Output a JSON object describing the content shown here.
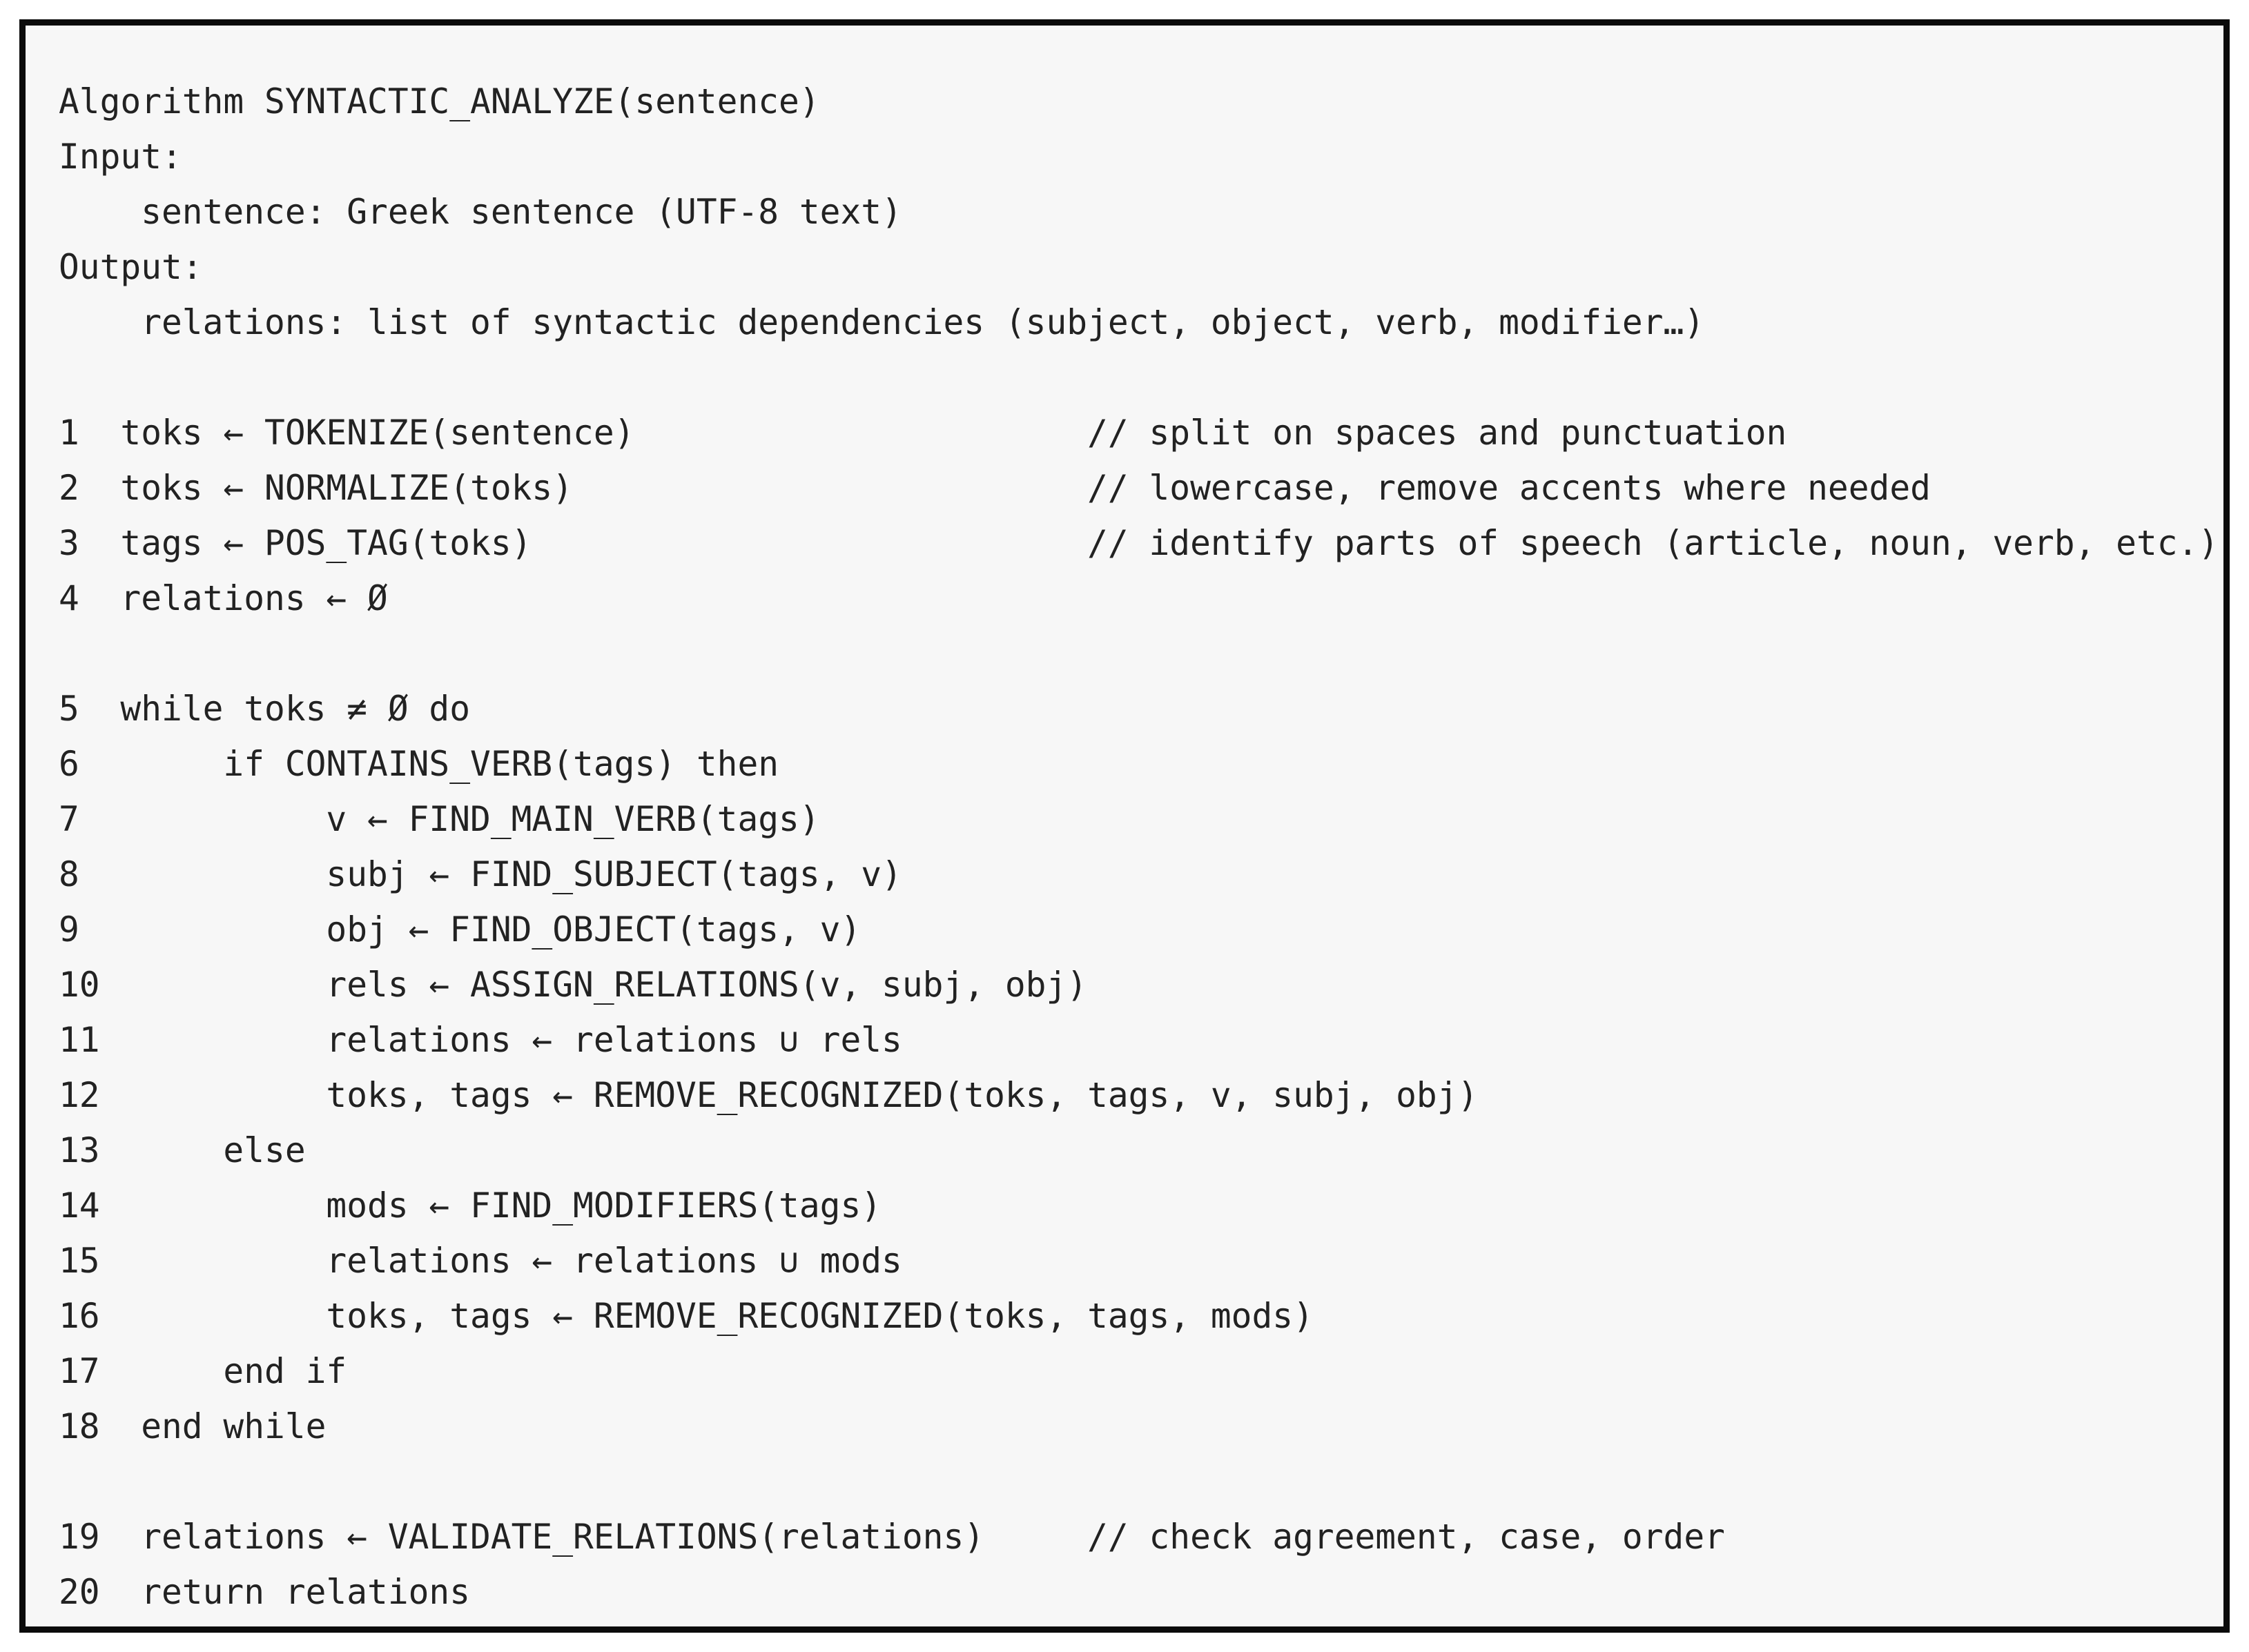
{
  "window": {
    "background_outside": "#ffffff",
    "box_background": "#f7f7f7",
    "border_color": "#0b0b0b",
    "text_color": "#222222"
  },
  "pseudocode": {
    "comment_column_default": 51,
    "rows": [
      {
        "num": "",
        "col": 1,
        "text": "Algorithm SYNTACTIC_ANALYZE(sentence)"
      },
      {
        "num": "",
        "col": 1,
        "text": "Input:"
      },
      {
        "num": "",
        "col": 5,
        "text": "sentence: Greek sentence (UTF-8 text)"
      },
      {
        "num": "",
        "col": 1,
        "text": "Output:"
      },
      {
        "num": "",
        "col": 5,
        "text": "relations: list of syntactic dependencies (subject, object, verb, modifier…)"
      },
      {
        "blank": true
      },
      {
        "num": "1",
        "col": 4,
        "text": "toks ← TOKENIZE(sentence)",
        "comment": "// split on spaces and punctuation",
        "comment_col": 51
      },
      {
        "num": "2",
        "col": 4,
        "text": "toks ← NORMALIZE(toks)",
        "comment": "// lowercase, remove accents where needed",
        "comment_col": 51
      },
      {
        "num": "3",
        "col": 4,
        "text": "tags ← POS_TAG(toks)",
        "comment": "// identify parts of speech (article, noun, verb, etc.)",
        "comment_col": 51
      },
      {
        "num": "4",
        "col": 4,
        "text": "relations ← Ø"
      },
      {
        "blank": true
      },
      {
        "num": "5",
        "col": 4,
        "text": "while toks ≠ Ø do"
      },
      {
        "num": "6",
        "col": 9,
        "text": "if CONTAINS_VERB(tags) then"
      },
      {
        "num": "7",
        "col": 14,
        "text": "v ← FIND_MAIN_VERB(tags)"
      },
      {
        "num": "8",
        "col": 14,
        "text": "subj ← FIND_SUBJECT(tags, v)"
      },
      {
        "num": "9",
        "col": 14,
        "text": "obj ← FIND_OBJECT(tags, v)"
      },
      {
        "num": "10",
        "col": 14,
        "text": "rels ← ASSIGN_RELATIONS(v, subj, obj)"
      },
      {
        "num": "11",
        "col": 14,
        "text": "relations ← relations ∪ rels"
      },
      {
        "num": "12",
        "col": 14,
        "text": "toks, tags ← REMOVE_RECOGNIZED(toks, tags, v, subj, obj)"
      },
      {
        "num": "13",
        "col": 9,
        "text": "else"
      },
      {
        "num": "14",
        "col": 14,
        "text": "mods ← FIND_MODIFIERS(tags)"
      },
      {
        "num": "15",
        "col": 14,
        "text": "relations ← relations ∪ mods"
      },
      {
        "num": "16",
        "col": 14,
        "text": "toks, tags ← REMOVE_RECOGNIZED(toks, tags, mods)"
      },
      {
        "num": "17",
        "col": 9,
        "text": "end if"
      },
      {
        "num": "18",
        "col": 5,
        "text": "end while"
      },
      {
        "blank": true
      },
      {
        "num": "19",
        "col": 5,
        "text": "relations ← VALIDATE_RELATIONS(relations)",
        "comment": "// check agreement, case, order",
        "comment_col": 51
      },
      {
        "num": "20",
        "col": 5,
        "text": "return relations"
      }
    ]
  }
}
